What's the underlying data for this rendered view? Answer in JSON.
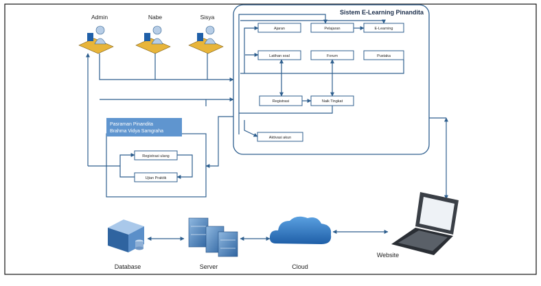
{
  "diagram": {
    "system_title": "Sistem E-Learning Pinandita",
    "actors": {
      "admin": "Admin",
      "nabe": "Nabe",
      "sisya": "Sisya"
    },
    "modules": {
      "ajaran": "Ajaran",
      "pelajaran": "Pelajaran",
      "elearning": "E-Learning",
      "latihan_soal": "Latihan soal",
      "forum": "Forum",
      "pustaka": "Pustaka",
      "registrasi": "Registrasi",
      "naik_tingkat": "Naik Tingkat",
      "aktivasi_akun": "Aktivasi akun"
    },
    "pasraman": {
      "title_line1": "Pasraman Pinandita",
      "title_line2": "Brahma Vidya Samgraha",
      "registrasi_ulang": "Registrasi ulang",
      "ujian_praktik": "Ujian Praktik"
    },
    "infrastructure": {
      "database": "Database",
      "server": "Server",
      "cloud": "Cloud",
      "website": "Website"
    }
  }
}
